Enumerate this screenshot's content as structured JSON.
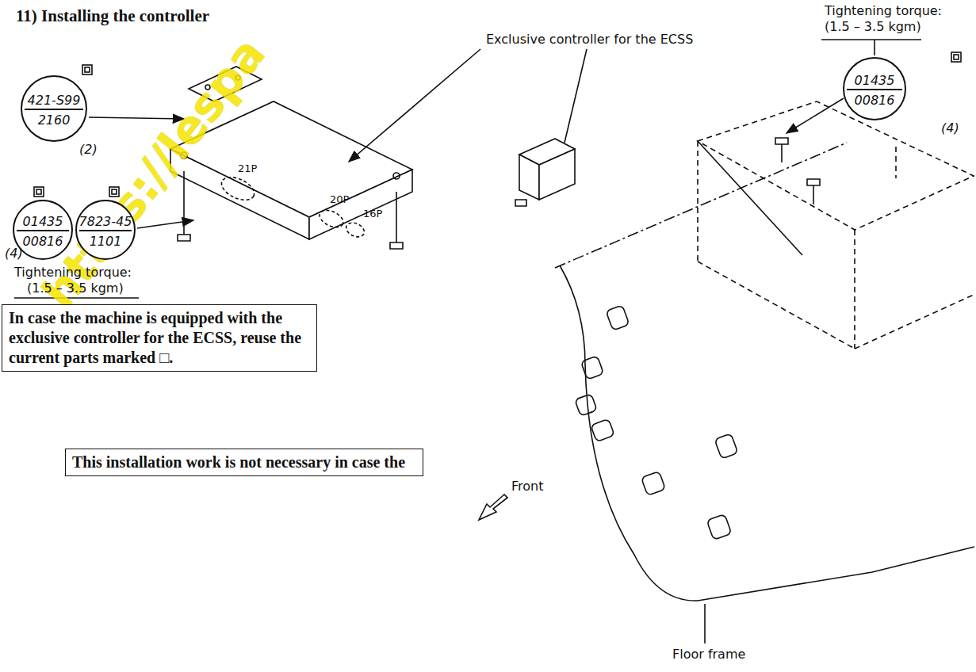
{
  "diagram": {
    "title": "11) Installing the controller",
    "nodes": [
      {
        "text": [
          "421-S99",
          "2160",
          "(2)"
        ]
      },
      {
        "text": [
          "01435",
          "00816",
          "(4)"
        ]
      },
      {
        "text": [
          "7823-45",
          "1101"
        ]
      },
      {
        "text": [
          "01435",
          "00816",
          "(4)"
        ]
      },
      {
        "text": [
          "In case the machine is equipped with the exclusive controller for the ECSS, reuse the current parts marked □."
        ]
      },
      {
        "text": [
          "This installation work is not necessary in case the"
        ]
      }
    ],
    "labels": [
      "Tightening torque:",
      "(1.5 – 3.5 kgm)",
      "Exclusive controller for the ECSS",
      "21P",
      "20P",
      "16P",
      "Tightening torque:",
      "(1.5 – 3.5 kgm)",
      "Front",
      "Floor frame",
      "https://lespa"
    ]
  }
}
